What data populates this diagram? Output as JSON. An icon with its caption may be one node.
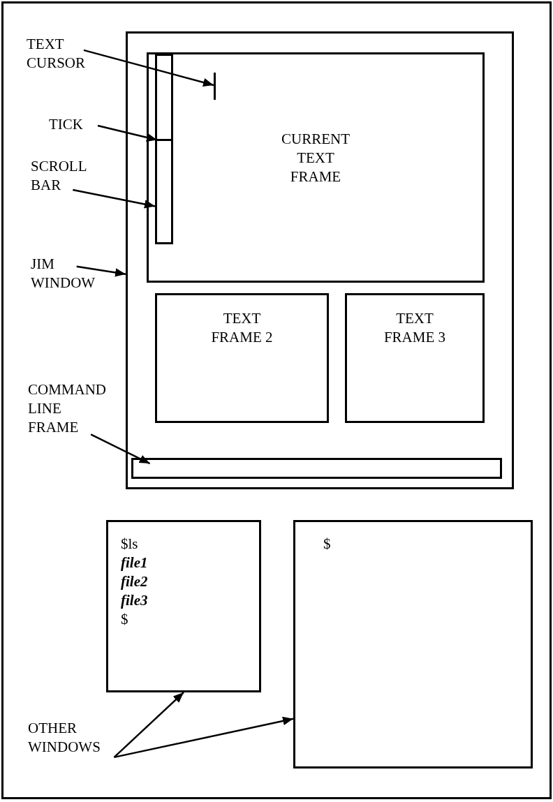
{
  "diagram": {
    "nodes": [
      {
        "text": [
          "TEXT CURSOR"
        ]
      },
      {
        "text": [
          "TICK"
        ]
      },
      {
        "text": [
          "SCROLL BAR"
        ]
      },
      {
        "text": [
          "JIM WINDOW"
        ]
      },
      {
        "text": [
          "COMMAND LINE FRAME"
        ]
      },
      {
        "text": [
          "OTHER WINDOWS"
        ]
      },
      {
        "text": [],
        "shape": "box"
      },
      {
        "text": [
          "CURRENT TEXT FRAME"
        ],
        "in": 6
      },
      {
        "text": [],
        "shape": "bar",
        "in": 7
      },
      {
        "text": [],
        "shape": "bar",
        "in": 7
      },
      {
        "text": [],
        "shape": "bar",
        "in": 8
      },
      {
        "text": [
          "TEXT FRAME 2"
        ],
        "in": 6
      },
      {
        "text": [
          "TEXT FRAME 3"
        ],
        "in": 6
      },
      {
        "text": [],
        "shape": "box",
        "in": 6
      },
      {
        "text": [
          "$ls",
          "file1",
          "file2",
          "file3",
          "$"
        ]
      },
      {
        "text": [
          "$"
        ]
      }
    ],
    "edges": [
      {
        "from": 0,
        "to": 9,
        "arrow": "to"
      },
      {
        "from": 1,
        "to": 10,
        "arrow": "to"
      },
      {
        "from": 2,
        "to": 8,
        "arrow": "to"
      },
      {
        "from": 3,
        "to": 6,
        "arrow": "to"
      },
      {
        "from": 4,
        "to": 13,
        "arrow": "to"
      },
      {
        "from": 5,
        "to": 14,
        "arrow": "to"
      },
      {
        "from": 5,
        "to": 15,
        "arrow": "to"
      }
    ]
  }
}
